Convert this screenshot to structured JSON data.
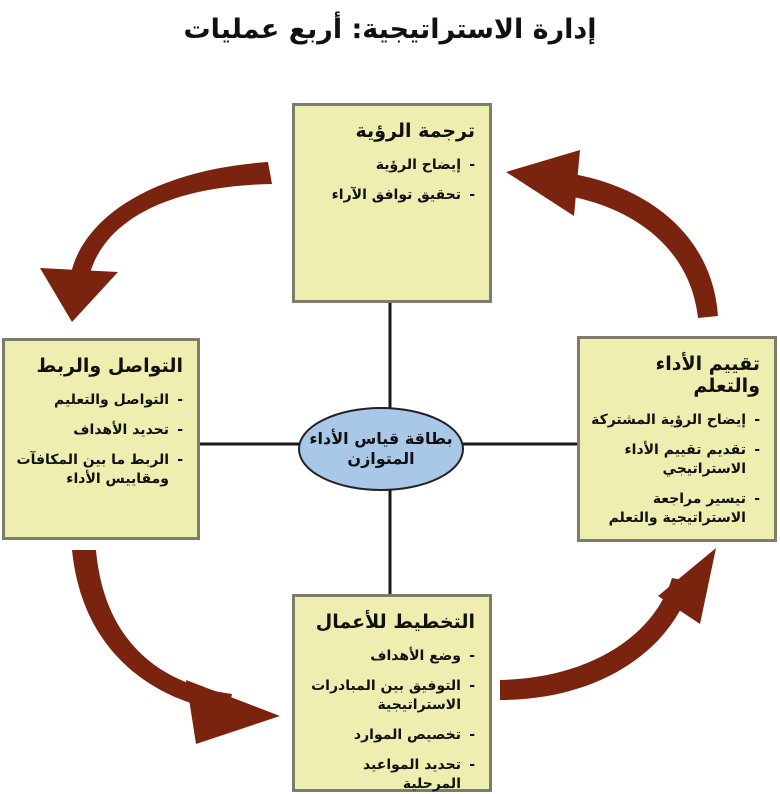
{
  "title": "إدارة الاستراتيجية: أربع عمليات",
  "center": {
    "label": "بطاقة قياس الأداء المتوازن"
  },
  "boxes": {
    "top": {
      "heading": "ترجمة الرؤية",
      "items": [
        "إيضاح الرؤية",
        "تحقيق توافق الآراء"
      ]
    },
    "right": {
      "heading": "تقييم الأداء والتعلم",
      "items": [
        "إيضاح الرؤية المشتركة",
        "تقديم تقييم الأداء الاستراتيجي",
        "تيسير مراجعة الاستراتيجية والتعلم"
      ]
    },
    "bottom": {
      "heading": "التخطيط للأعمال",
      "items": [
        "وضع الأهداف",
        "التوفيق بين المبادرات الاستراتيجية",
        "تخصيص الموارد",
        "تحديد المواعيد المرحلية"
      ]
    },
    "left": {
      "heading": "التواصل والربط",
      "items": [
        "التواصل والتعليم",
        "تحديد الأهداف",
        "الربط ما بين المكافآت ومقاييس الأداء"
      ]
    }
  },
  "colors": {
    "box_fill": "#eeeeb0",
    "box_border": "#7d7d6a",
    "ellipse_fill": "#a9c8e8",
    "ellipse_stroke": "#222222",
    "arrow": "#7a2410",
    "connector": "#1a1a1a"
  },
  "arrows": [
    "top-left",
    "bottom-left",
    "bottom-right",
    "top-right"
  ]
}
